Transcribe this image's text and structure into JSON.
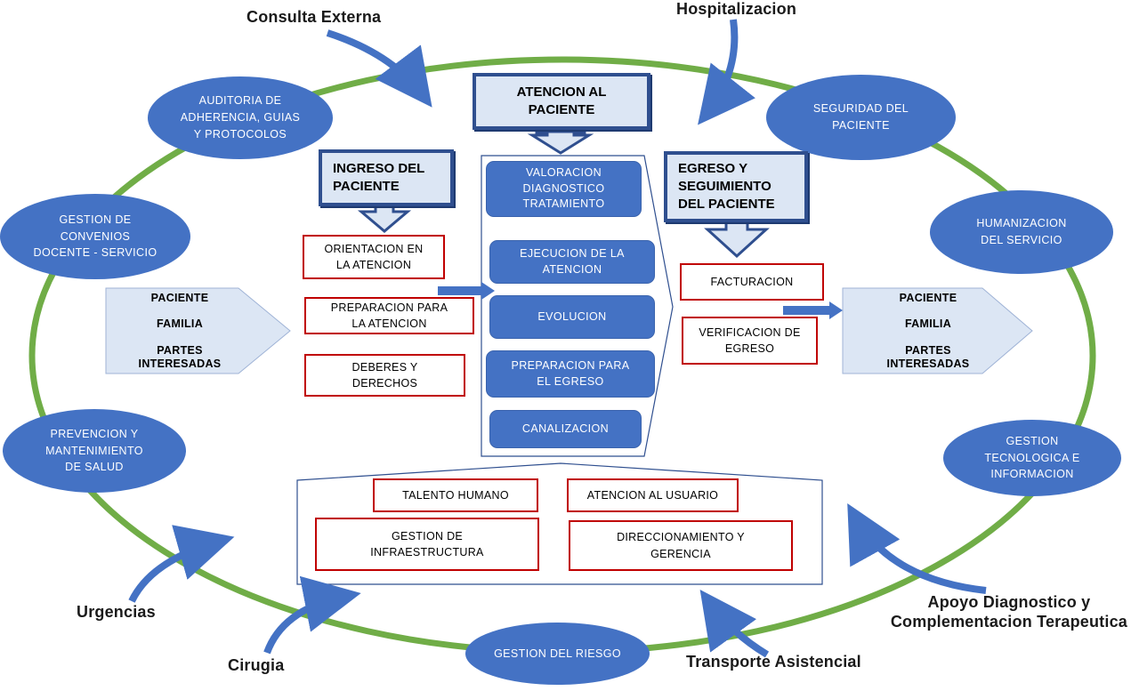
{
  "colors": {
    "ring": "#70AD47",
    "oval": "#4472C4",
    "header_border": "#2F4F8F",
    "header_fill": "#DCE6F4",
    "box_border": "#C00000",
    "arrow": "#4472C4"
  },
  "labels": {
    "consulta_externa": "Consulta Externa",
    "hospitalizacion": "Hospitalizacion",
    "urgencias": "Urgencias",
    "cirugia": "Cirugia",
    "transporte": "Transporte Asistencial",
    "apoyo": "Apoyo Diagnostico y\nComplementacion Terapeutica"
  },
  "ovals": {
    "auditoria": "AUDITORIA DE\nADHERENCIA, GUIAS\nY PROTOCOLOS",
    "seguridad": "SEGURIDAD DEL\nPACIENTE",
    "convenios": "GESTION DE\nCONVENIOS\nDOCENTE - SERVICIO",
    "humanizacion": "HUMANIZACION\nDEL SERVICIO",
    "prevencion": "PREVENCION Y\nMANTENIMIENTO\nDE SALUD",
    "tecnologica": "GESTION\nTECNOLOGICA E\nINFORMACION",
    "riesgo": "GESTION DEL RIESGO"
  },
  "headers": {
    "atencion": "ATENCION AL\nPACIENTE",
    "ingreso": "INGRESO DEL\nPACIENTE",
    "egreso": "EGRESO Y\nSEGUIMIENTO\nDEL PACIENTE"
  },
  "ingreso_items": [
    "ORIENTACION EN\nLA ATENCION",
    "PREPARACION PARA\nLA ATENCION",
    "DEBERES Y\nDERECHOS"
  ],
  "atencion_steps": [
    "VALORACION\nDIAGNOSTICO\nTRATAMIENTO",
    "EJECUCION DE LA\nATENCION",
    "EVOLUCION",
    "PREPARACION PARA\nEL EGRESO",
    "CANALIZACION"
  ],
  "egreso_items": [
    "FACTURACION",
    "VERIFICACION DE\nEGRESO"
  ],
  "support_items": [
    "TALENTO HUMANO",
    "ATENCION AL USUARIO",
    "GESTION DE\nINFRAESTRUCTURA",
    "DIRECCIONAMIENTO Y\nGERENCIA"
  ],
  "input_stakeholders": [
    "PACIENTE",
    "FAMILIA",
    "PARTES\nINTERESADAS"
  ],
  "output_stakeholders": [
    "PACIENTE",
    "FAMILIA",
    "PARTES\nINTERESADAS"
  ]
}
